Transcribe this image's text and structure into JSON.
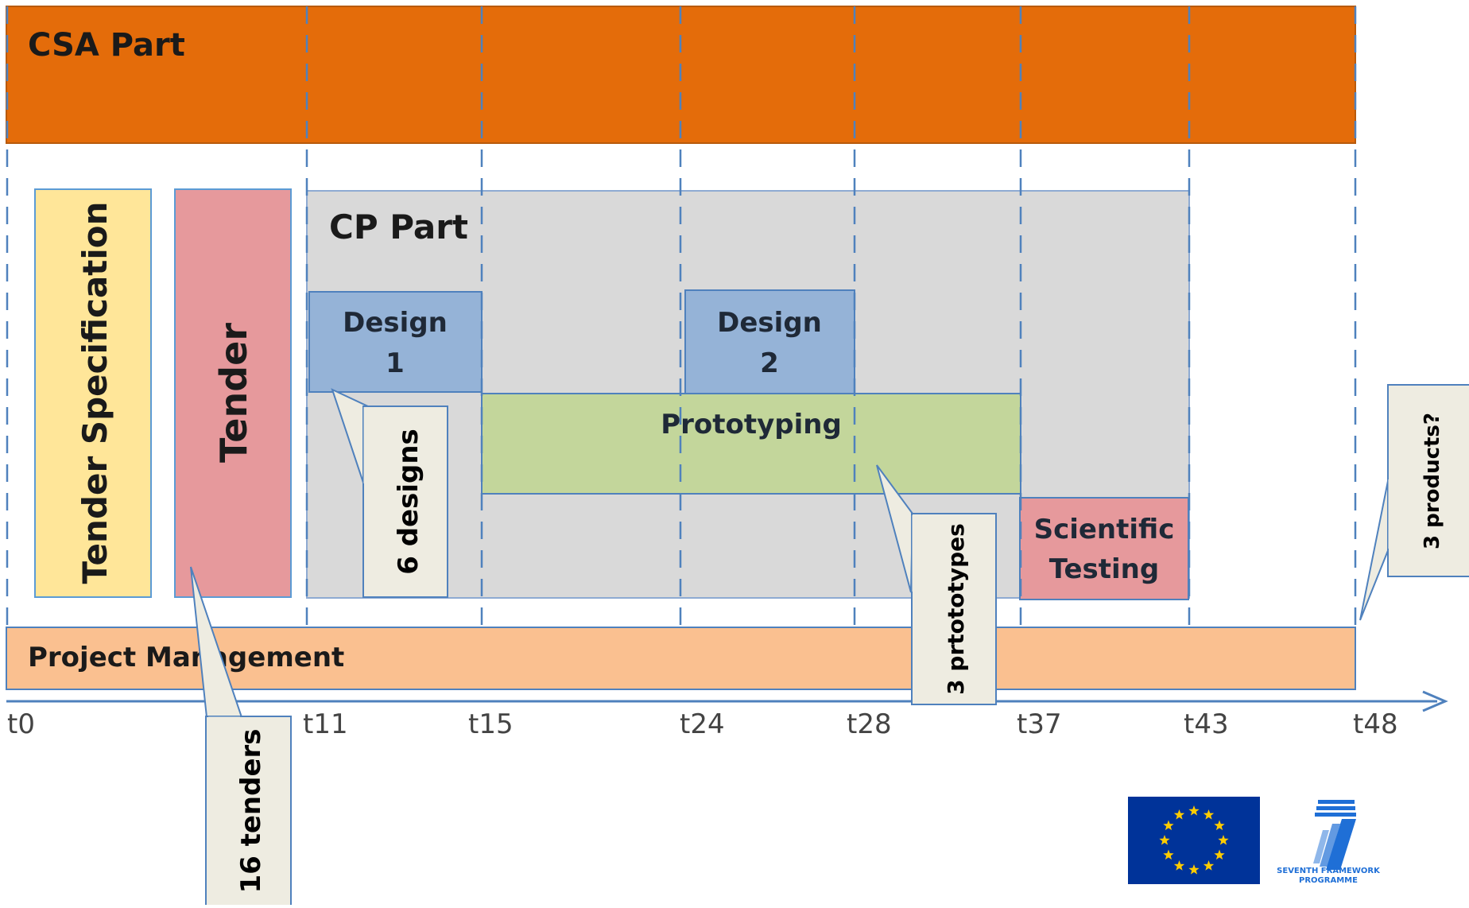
{
  "csa_part": {
    "label": "CSA Part"
  },
  "cp_part": {
    "label": "CP Part"
  },
  "tender_specification": {
    "label": "Tender Specification"
  },
  "tender": {
    "label": "Tender"
  },
  "design_1": {
    "line1": "Design",
    "line2": "1"
  },
  "design_2": {
    "line1": "Design",
    "line2": "2"
  },
  "prototyping": {
    "label": "Prototyping"
  },
  "scientific_testing": {
    "line1": "Scientific",
    "line2": "Testing"
  },
  "project_management": {
    "label": "Project Management"
  },
  "callouts": {
    "designs": "6 designs",
    "prototypes": "3 prtototypes",
    "tenders": "16 tenders",
    "products": "3 products?"
  },
  "timeline_ticks": [
    "t0",
    "t11",
    "t15",
    "t24",
    "t28",
    "t37",
    "t43",
    "t48"
  ],
  "logos": {
    "eu_flag": "eu-flag-icon",
    "fp7": {
      "line1": "SEVENTH FRAMEWORK",
      "line2": "PROGRAMME"
    }
  },
  "colors": {
    "csa": "#e46c0a",
    "project_management": "#fac090",
    "cp_background": "#d9d9d9",
    "tender_specification": "#ffe699",
    "tender": "#e6999c",
    "design": "#95b3d7",
    "prototyping": "#c3d69b",
    "scientific_testing": "#e6999c",
    "axis": "#4f81bd",
    "callout": "#eeece1",
    "eu_blue": "#003399",
    "eu_star": "#ffcc00",
    "fp7_blue": "#1f6fd6"
  }
}
